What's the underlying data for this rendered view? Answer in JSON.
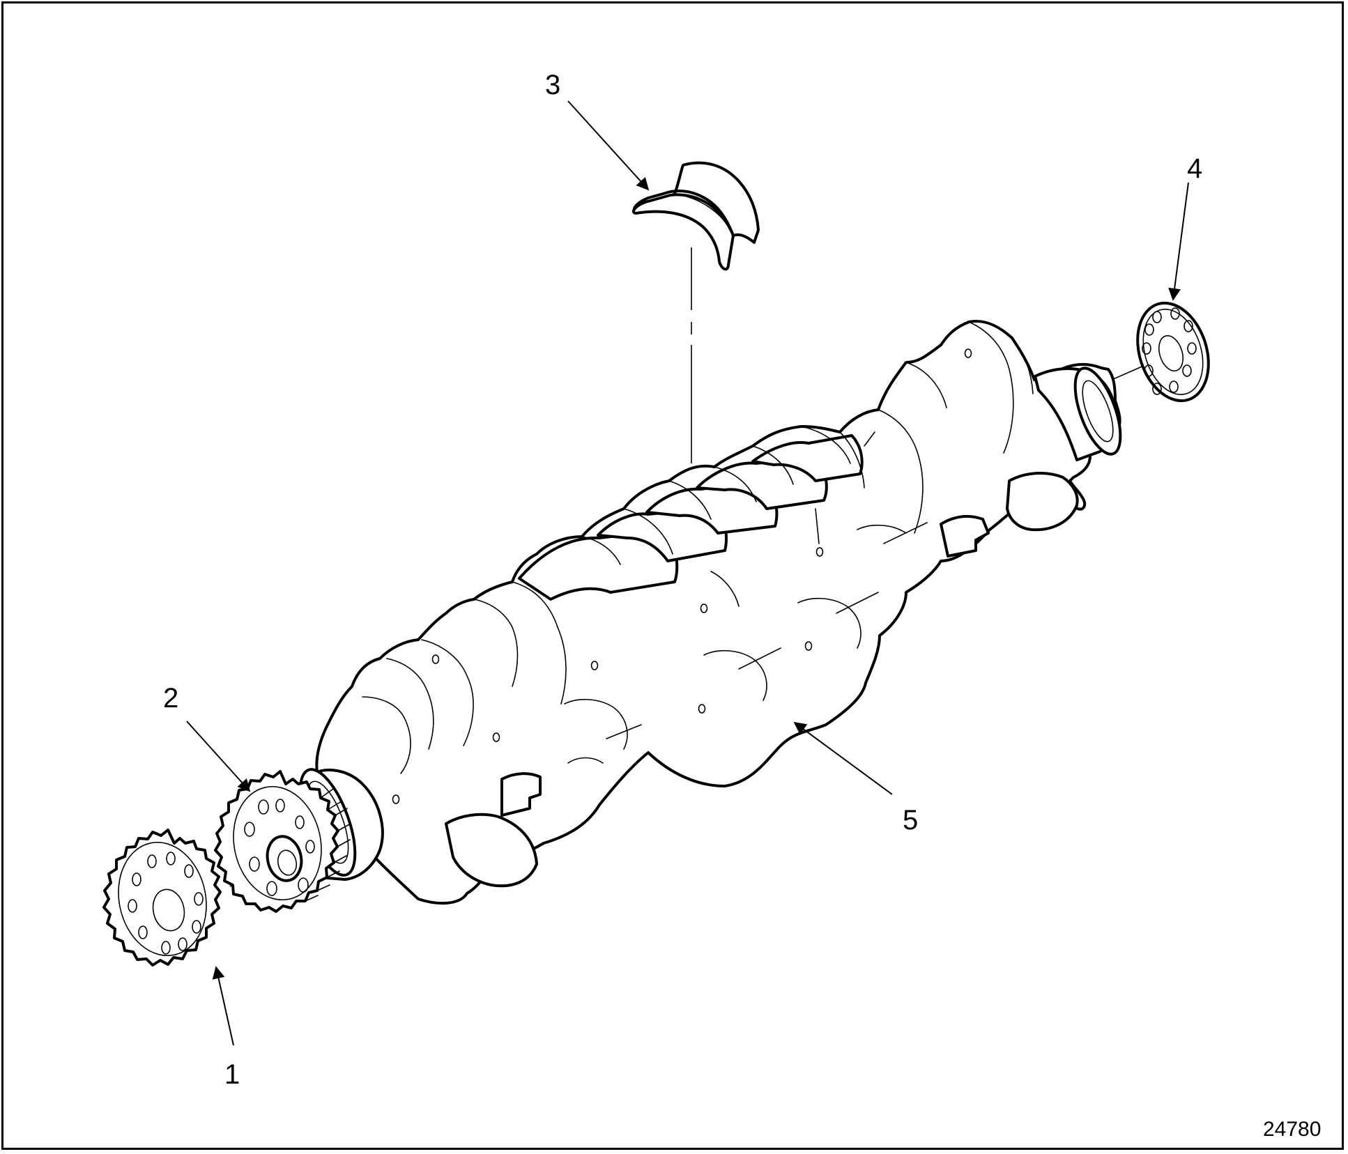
{
  "callouts": [
    {
      "id": "1",
      "label": "1"
    },
    {
      "id": "2",
      "label": "2"
    },
    {
      "id": "3",
      "label": "3"
    },
    {
      "id": "4",
      "label": "4"
    },
    {
      "id": "5",
      "label": "5"
    }
  ],
  "figure_number": "24780"
}
